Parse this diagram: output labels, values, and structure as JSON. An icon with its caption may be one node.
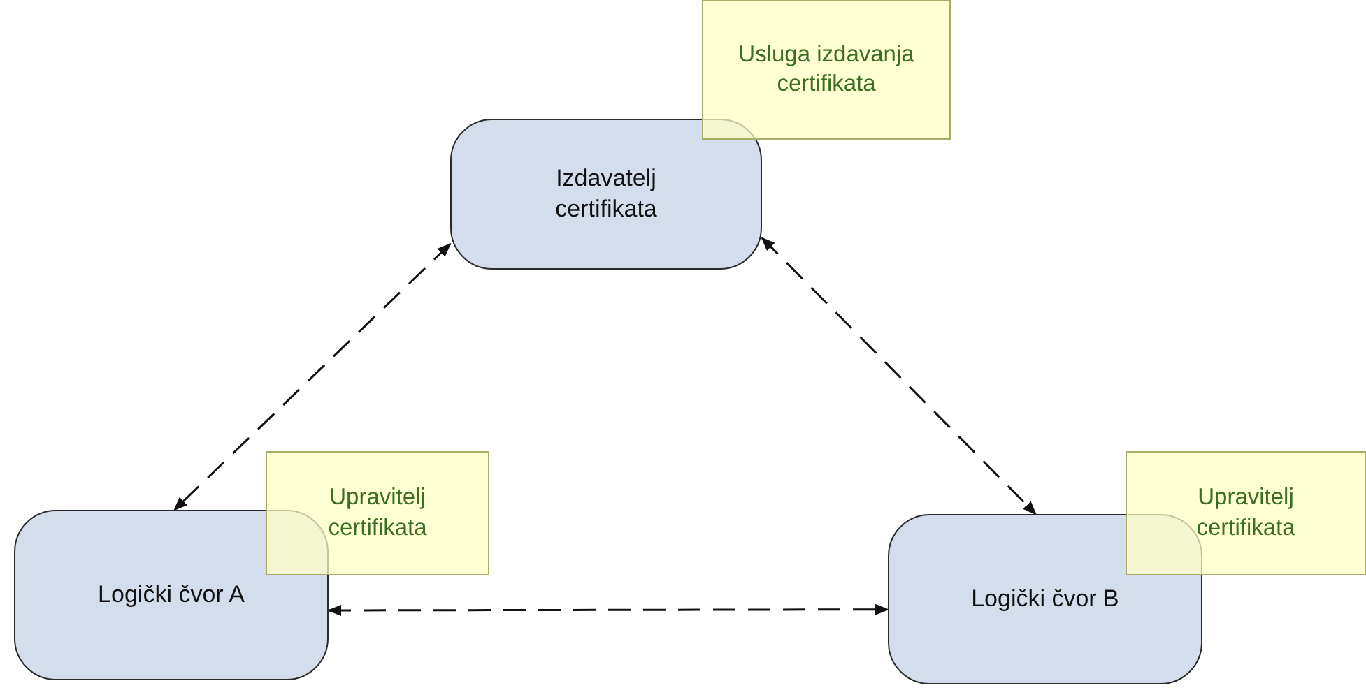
{
  "diagram": {
    "nodes": [
      {
        "text": [
          "Izdavatelj certifikata"
        ]
      },
      {
        "text": [
          "Usluga izdavanja certifikata"
        ]
      },
      {
        "text": [
          "Logički čvor A"
        ]
      },
      {
        "text": [
          "Upravitelj certifikata"
        ]
      },
      {
        "text": [
          "Logički čvor B"
        ]
      },
      {
        "text": [
          "Upravitelj certifikata"
        ]
      }
    ],
    "edges": [
      {
        "from": 0,
        "to": 2,
        "arrow": "both",
        "style": "dashed"
      },
      {
        "from": 0,
        "to": 4,
        "arrow": "both",
        "style": "dashed"
      },
      {
        "from": 2,
        "to": 4,
        "arrow": "both",
        "style": "dashed"
      }
    ]
  }
}
